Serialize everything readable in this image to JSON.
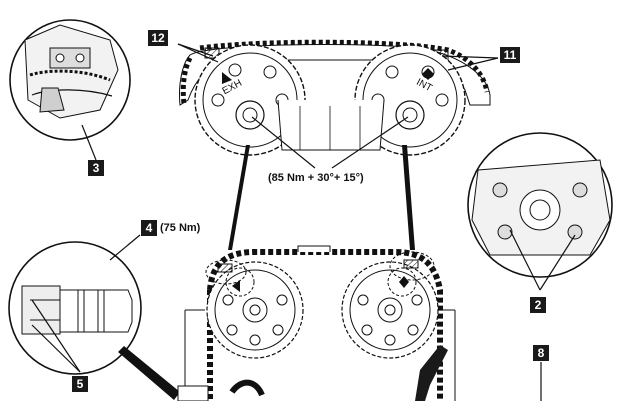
{
  "callouts": {
    "c12": "12",
    "c11": "11",
    "c3": "3",
    "c4": "4",
    "c2": "2",
    "c5": "5",
    "c8": "8"
  },
  "labels": {
    "exh": "EXH",
    "int": "INT",
    "torque_camshaft_bolts": "(85 Nm + 30°+ 15°)",
    "torque_plug": "(75 Nm)"
  },
  "colors": {
    "ink": "#111111",
    "callout_bg": "#1a1a1a",
    "callout_text": "#ffffff",
    "paper": "#ffffff"
  }
}
